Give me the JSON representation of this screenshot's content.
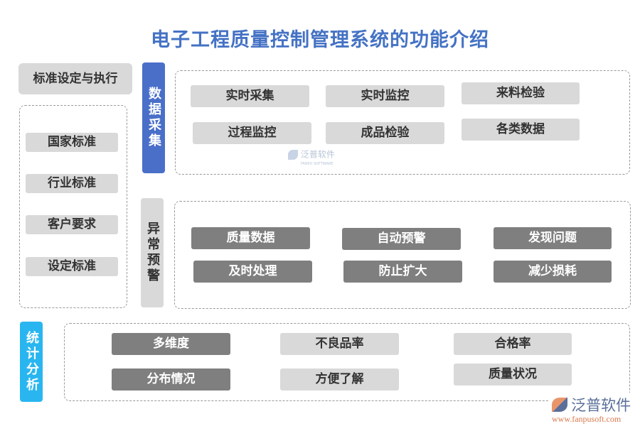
{
  "title": "电子工程质量控制管理系统的功能介绍",
  "left": {
    "header": "标准设定与执行",
    "items": [
      "国家标准",
      "行业标准",
      "客户要求",
      "设定标准"
    ]
  },
  "sections": [
    {
      "label": "数据采集",
      "items": [
        "实时采集",
        "实时监控",
        "来料检验",
        "过程监控",
        "成品检验",
        "各类数据"
      ]
    },
    {
      "label": "异常预警",
      "items": [
        "质量数据",
        "自动预警",
        "发现问题",
        "及时处理",
        "防止扩大",
        "减少损耗"
      ]
    },
    {
      "label": "统计分析",
      "items": [
        "多维度",
        "不良品率",
        "合格率",
        "分布情况",
        "方便了解",
        "质量状况"
      ]
    }
  ],
  "watermark": {
    "name": "泛普软件",
    "sub": "FANPU SOFTWARE"
  },
  "logo": {
    "name": "泛普软件",
    "url": "www.fanpusoft.com"
  },
  "colors": {
    "title": "#4472c4",
    "tab1": "#4a6fc9",
    "tab2": "#d9d9d9",
    "tab3": "#29b6f0",
    "dark": "#7f7f7f",
    "light": "#d9d9d9"
  }
}
